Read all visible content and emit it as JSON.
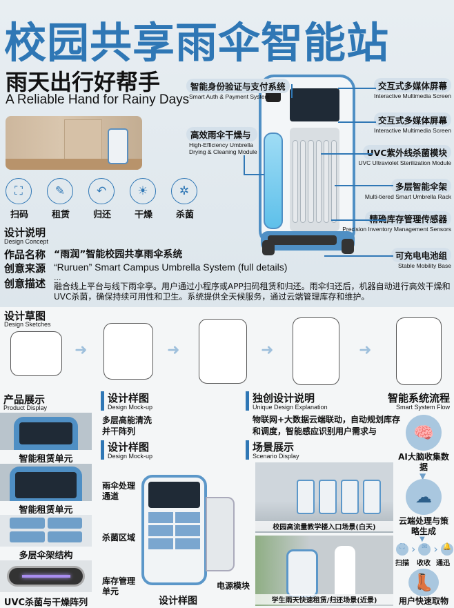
{
  "header": {
    "title": "校园共享雨伞智能站",
    "subtitle": "雨天出行好帮手",
    "subtitle_en": "A Reliable Hand for Rainy Days"
  },
  "features": [
    {
      "icon": "scan-icon",
      "label": "扫码"
    },
    {
      "icon": "rent-icon",
      "label": "租赁"
    },
    {
      "icon": "return-icon",
      "label": "归还"
    },
    {
      "icon": "dry-icon",
      "label": "干燥"
    },
    {
      "icon": "sterilize-icon",
      "label": "杀菌"
    }
  ],
  "concept": {
    "title": "设计说明",
    "title_en": "Design Concept",
    "name_label": "作品名称",
    "name_value": "“雨润”智能校园共享雨伞系统",
    "source_label": "创意来源",
    "source_value": "“Ruruen” Smart Campus Umbrella System (full details)",
    "desc_label": "创意描述",
    "desc_ellipsis": "...",
    "desc_value": "融合线上平台与线下雨伞亭。用户通过小程序或APP扫码租赁和归还。雨伞归还后，机器自动进行高效干燥和UVC杀菌，确保持续可用性和卫生。系统提供全天候服务，通过云端管理库存和维护。"
  },
  "callouts": {
    "auth": {
      "cn": "智能身份验证与支付系统",
      "en": "Smart Auth & Payment System"
    },
    "dry": {
      "cn": "高效雨伞干燥与",
      "en1": "High-Efficiency Umbrella",
      "en2": "Drying & Cleaning Module"
    },
    "screen1": {
      "cn": "交互式多媒体屏幕",
      "en": "Interactive Multimedia Screen"
    },
    "screen2": {
      "cn": "交互式多媒体屏幕",
      "en": "Interactive Multimedia Screen"
    },
    "uvc": {
      "cn": "UVC紫外线杀菌模块",
      "en": "UVC Ultraviolet Sterilization Module"
    },
    "rack": {
      "cn": "多层智能伞架",
      "en": "Multi-tiered Smart Umbrella Rack"
    },
    "sensor": {
      "cn": "精确库存管理传感器",
      "en": "Precision Inventory Management Sensors"
    },
    "battery": {
      "cn": "可充电电池组",
      "en": "Stable Mobility Base"
    }
  },
  "sketches": {
    "title": "设计草图",
    "title_en": "Design Sketches"
  },
  "product": {
    "title": "产品展示",
    "title_en": "Product Display",
    "items": [
      "智能租赁单元",
      "智能租赁单元",
      "多层伞架结构",
      "UVC杀菌与干燥阵列"
    ]
  },
  "mockup": {
    "title": "设计样图",
    "title_en": "Design Mock-up",
    "text": "多层高能清洗并干阵列",
    "title2": "设计样图",
    "title2_en": "Design Mock-up",
    "labels": {
      "channel": "雨伞处理通道",
      "sterilize": "杀菌区域",
      "inventory": "库存管理单元",
      "power": "电源模块"
    },
    "caption": "设计样图"
  },
  "unique": {
    "title": "独创设计说明",
    "title_en": "Unique Design Explanation",
    "text": "物联网+大数据云端联动，自动规划库存和调度，智能感应识别用户需求与"
  },
  "scenario": {
    "title": "场景展示",
    "title_en": "Scenario Display",
    "captions": [
      "校园高流量教学楼入口场景(白天)",
      "学生雨天快速租赁/归还场景(近景)"
    ]
  },
  "flow": {
    "title": "智能系统流程",
    "title_en": "Smart System Flow",
    "steps": [
      "AI大脑收集数据",
      "云端处理与策略生成",
      "用户快速取物"
    ],
    "mini": [
      "扫描",
      "收收",
      "通迅"
    ]
  }
}
